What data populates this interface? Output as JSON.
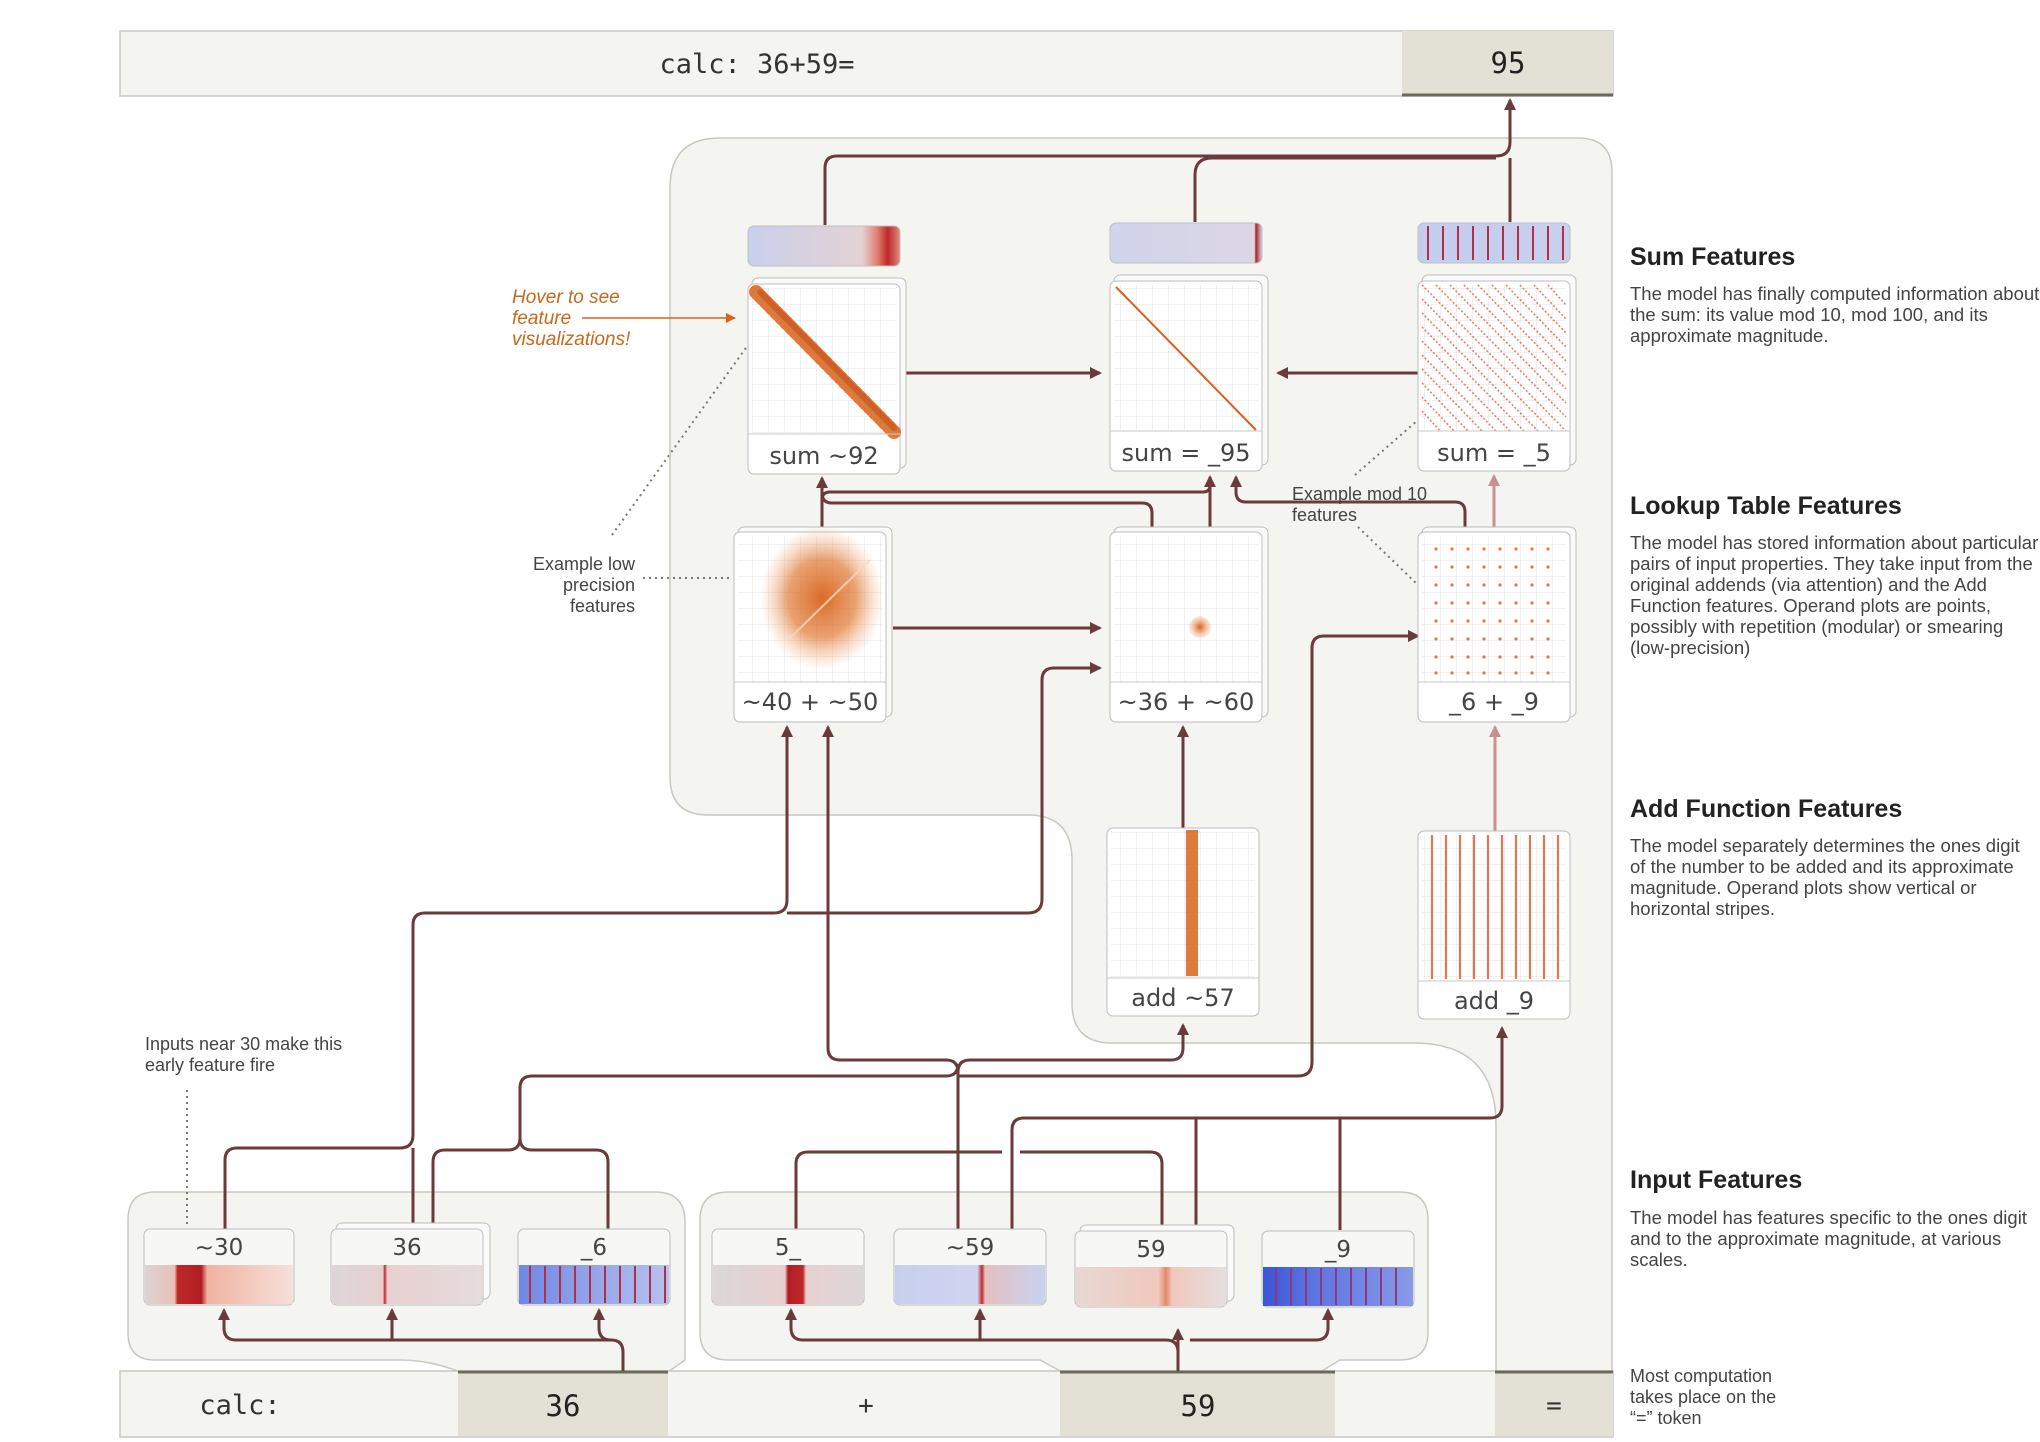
{
  "prompt_bar": {
    "prompt_text": "calc: 36+59=",
    "answer": "95"
  },
  "token_bar": {
    "tokens": [
      "calc:",
      "36",
      "+",
      "59",
      "="
    ]
  },
  "sections": {
    "sum": {
      "title": "Sum Features",
      "description": "The model has finally computed information about the sum: its value mod 10, mod 100, and its approximate magnitude."
    },
    "lookup": {
      "title": "Lookup Table Features",
      "description": "The model has stored information about particular pairs of input properties. They take input from the original addends (via attention) and the Add Function features. Operand plots are points, possibly with repetition (modular) or smearing (low-precision)"
    },
    "add": {
      "title": "Add Function Features",
      "description": "The model separately determines the ones digit of the number to be added and its approximate magnitude. Operand plots show vertical or horizontal stripes."
    },
    "input": {
      "title": "Input Features",
      "description": "The model has features specific to the ones digit and to the approximate magnitude, at various scales."
    }
  },
  "nodes": {
    "sum_approx92": "sum ~92",
    "sum_mod100": "sum = _95",
    "sum_mod10": "sum = _5",
    "lookup_40_50": "~40 + ~50",
    "lookup_36_60": "~36 + ~60",
    "lookup_6_9": "_6 + _9",
    "add_57": "add ~57",
    "add_9": "add _9",
    "in_30": "~30",
    "in_36": "36",
    "in_6": "_6",
    "in_5": "5_",
    "in_59approx": "~59",
    "in_59": "59",
    "in_9": "_9"
  },
  "annotations": {
    "hover": "Hover to see feature visualizations!",
    "low_precision": "Example low precision features",
    "mod10": "Example mod 10 features",
    "inputs_near_30": "Inputs near 30 make this early feature fire",
    "equals_token": "Most computation takes place on the “=” token"
  },
  "colors": {
    "arrow": "#6b3a3a",
    "arrow_light": "#c89090",
    "panel_bg": "#f4f4f0",
    "token_highlight": "#e3e1d6",
    "feature_orange": "#d9621b",
    "hover_text": "#c8681c",
    "strip_blue": "#4a66e0",
    "strip_red": "#c0282b"
  }
}
